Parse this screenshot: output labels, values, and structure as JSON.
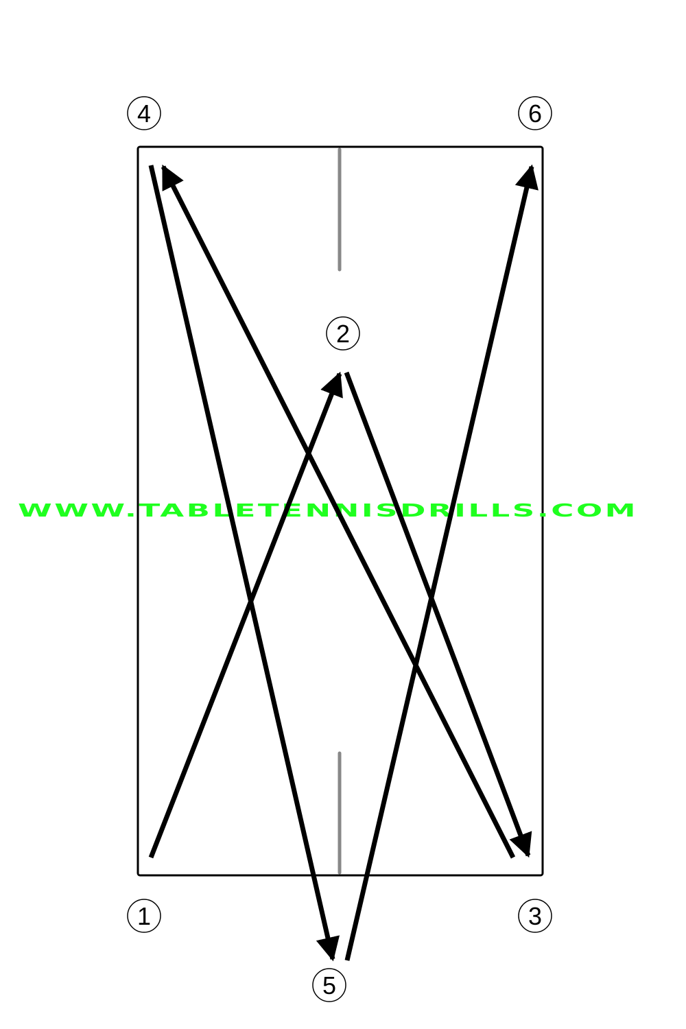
{
  "diagram": {
    "watermark": {
      "text": "WWW.TABLETENNISDRILLS.COM",
      "color": "#1fff1f"
    },
    "colors": {
      "table_border": "#000000",
      "net_lines": "#888888",
      "arrows": "#000000"
    },
    "positions": [
      {
        "id": "1",
        "label": "1"
      },
      {
        "id": "2",
        "label": "2"
      },
      {
        "id": "3",
        "label": "3"
      },
      {
        "id": "4",
        "label": "4"
      },
      {
        "id": "5",
        "label": "5"
      },
      {
        "id": "6",
        "label": "6"
      }
    ],
    "shot_sequence": [
      {
        "from": "1",
        "to": "2"
      },
      {
        "from": "2",
        "to": "3"
      },
      {
        "from": "3",
        "to": "4"
      },
      {
        "from": "4",
        "to": "5"
      },
      {
        "from": "5",
        "to": "6"
      }
    ]
  }
}
